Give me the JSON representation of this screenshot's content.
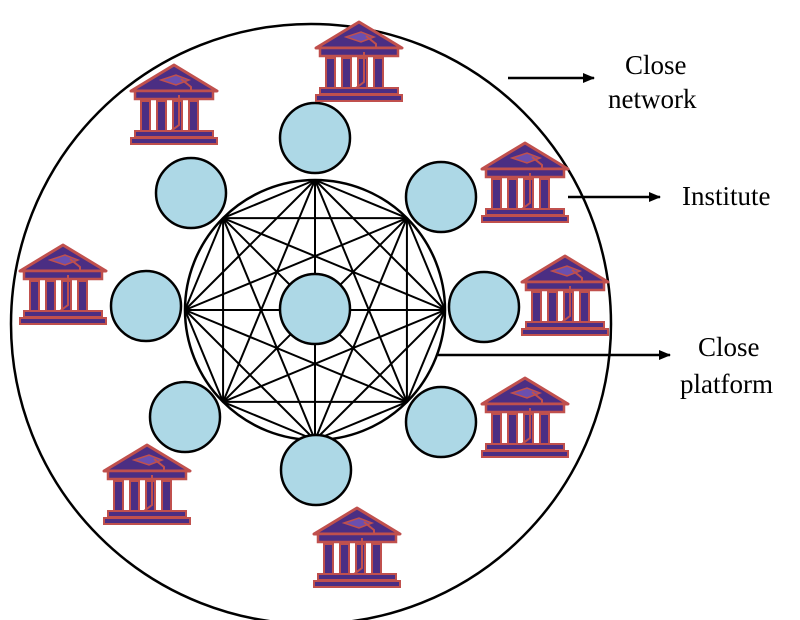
{
  "labels": {
    "close_network_line1": "Close",
    "close_network_line2": "network",
    "institute": "Institute",
    "close_platform_line1": "Close",
    "close_platform_line2": "platform"
  },
  "colors": {
    "node_fill": "#ADD8E6",
    "institute_body": "#4B2E83",
    "institute_outline": "#C0504D",
    "line": "#000000"
  },
  "icons": {
    "node": "circle-node",
    "institute": "institute-building-icon"
  }
}
